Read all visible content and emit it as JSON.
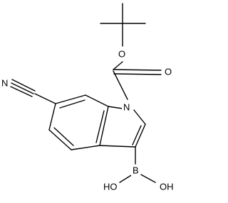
{
  "molecule": {
    "atoms": {
      "nitrile_n": "N",
      "indole_n": "N",
      "carbonyl_o": "O",
      "ester_o": "O",
      "boron": "B",
      "hydroxyl_left": "HO",
      "hydroxyl_right": "OH"
    },
    "colors": {
      "bond": "#000000",
      "label": "#000000",
      "background": "#ffffff"
    }
  }
}
